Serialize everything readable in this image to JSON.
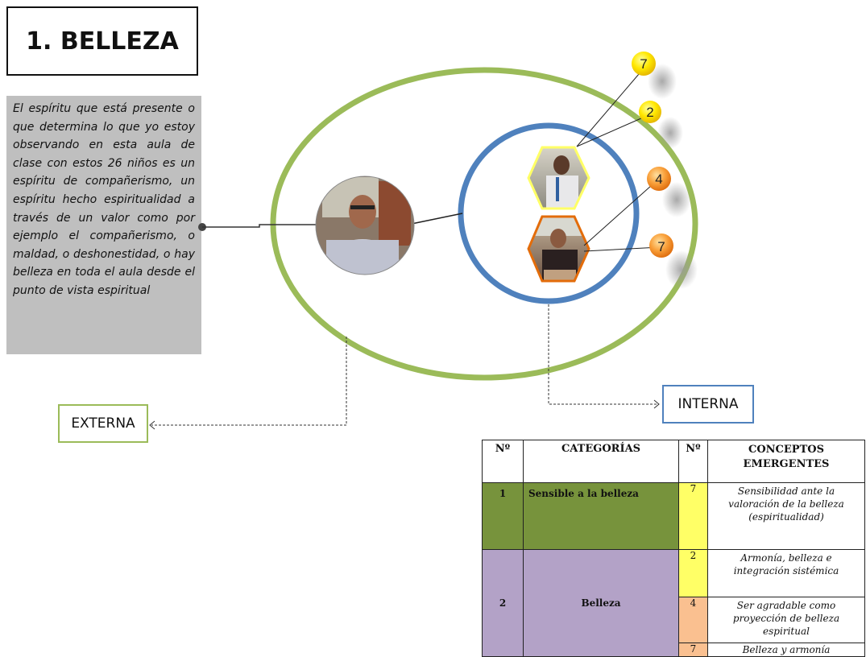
{
  "title": "1. BELLEZA",
  "quote": "El espíritu que está presente o que determina lo que yo estoy observando en esta aula de clase con estos 26 niños es un espíritu de compañerismo, un espíritu hecho espiritualidad a través de un valor como por ejemplo el compañerismo, o maldad, o deshonestidad, o hay belleza en toda el aula desde el punto de vista espiritual",
  "labels": {
    "externa": "EXTERNA",
    "interna": "INTERNA"
  },
  "badges": [
    "7",
    "2",
    "4",
    "7"
  ],
  "colors": {
    "outer_ellipse": "#9bbb59",
    "inner_circle": "#4f81bd",
    "badge_yellow": "#ffff00",
    "badge_orange": "#f79646",
    "table_green": "#77933c",
    "table_purple": "#b3a2c7",
    "cell_yellow": "#ffff66",
    "cell_orange": "#fac090"
  },
  "table": {
    "headers": [
      "Nº",
      "CATEGORÍAS",
      "Nº",
      "CONCEPTOS EMERGENTES"
    ],
    "rows": [
      {
        "num": "1",
        "category": "Sensible a la belleza",
        "items": [
          {
            "n": "7",
            "concept": "Sensibilidad ante la valoración de la belleza (espiritualidad)"
          }
        ]
      },
      {
        "num": "2",
        "category": "Belleza",
        "items": [
          {
            "n": "2",
            "concept": "Armonía, belleza e integración sistémica"
          },
          {
            "n": "4",
            "concept": "Ser agradable como proyección de belleza espiritual"
          },
          {
            "n": "7",
            "concept": "Belleza y armonía"
          }
        ]
      }
    ]
  }
}
